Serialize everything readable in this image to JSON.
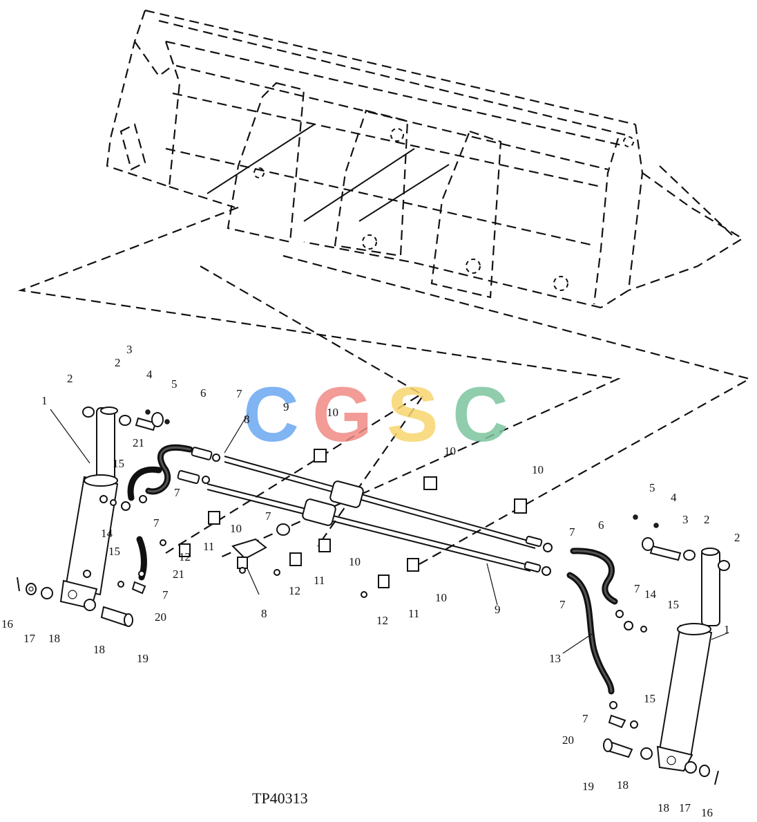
{
  "figure_id": "TP40313",
  "watermark": {
    "letters": [
      {
        "char": "C",
        "color": "#6aa7f2"
      },
      {
        "char": "G",
        "color": "#f08a85"
      },
      {
        "char": "S",
        "color": "#f7d56e"
      },
      {
        "char": "C",
        "color": "#7cc59f"
      }
    ]
  },
  "callouts": [
    "1",
    "2",
    "3",
    "4",
    "5",
    "6",
    "7",
    "8",
    "9",
    "10",
    "11",
    "12",
    "13",
    "14",
    "15",
    "16",
    "17",
    "18",
    "19",
    "20",
    "21"
  ],
  "colors": {
    "ink": "#111111",
    "paper": "#ffffff"
  }
}
